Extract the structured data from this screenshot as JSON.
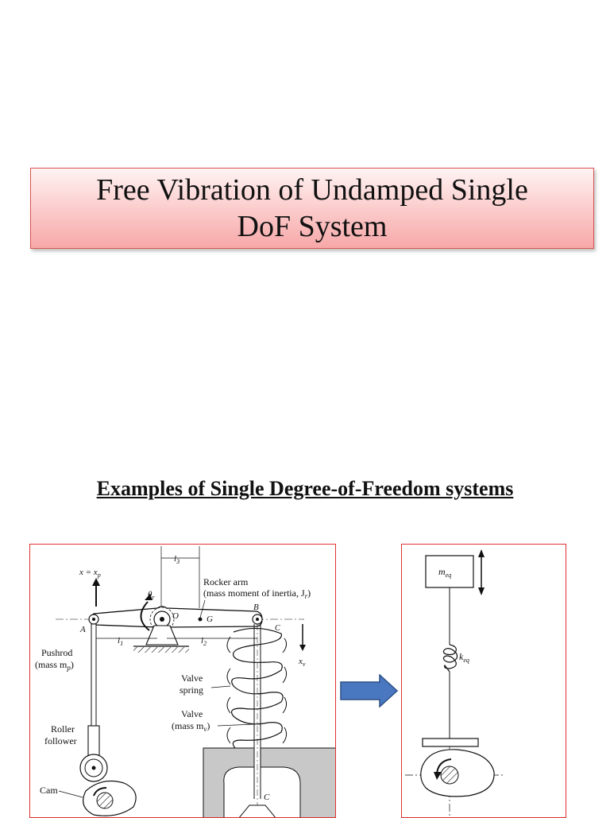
{
  "slide": {
    "title_line1": "Free Vibration of Undamped Single",
    "title_line2": "DoF System",
    "subtitle": "Examples of Single Degree-of-Freedom systems"
  },
  "left_diagram": {
    "label_x_eq_xp": "x = x",
    "label_xp_sub": "p",
    "label_theta": "θ",
    "label_theta_sub": "r",
    "label_O": "O",
    "label_G": "G",
    "label_A": "A",
    "label_B": "B",
    "label_C_upper": "C",
    "label_C_lower": "C",
    "label_l1": "l",
    "label_l1_sub": "1",
    "label_l2": "l",
    "label_l2_sub": "2",
    "label_l3": "l",
    "label_l3_sub": "3",
    "rocker_line1": "Rocker arm",
    "rocker_line2": "(mass moment of inertia, J",
    "rocker_line2_sub": "r",
    "rocker_line2_end": ")",
    "pushrod_line1": "Pushrod",
    "pushrod_line2": "(mass m",
    "pushrod_line2_sub": "p",
    "pushrod_line2_end": ")",
    "valve_spring_line1": "Valve",
    "valve_spring_line2": "spring",
    "valve_line1": "Valve",
    "valve_line2": "(mass m",
    "valve_line2_sub": "v",
    "valve_line2_end": ")",
    "roller_line1": "Roller",
    "roller_line2": "follower",
    "cam_label": "Cam",
    "label_xv": "x",
    "label_xv_sub": "v"
  },
  "right_diagram": {
    "mass_label": "m",
    "mass_sub": "eq",
    "spring_label": "k",
    "spring_sub": "eq"
  },
  "colors": {
    "panel_border": "#e03030",
    "arrow_fill": "#4a78c0",
    "arrow_stroke": "#2c4f86",
    "hatch_gray": "#c8c8c8"
  }
}
